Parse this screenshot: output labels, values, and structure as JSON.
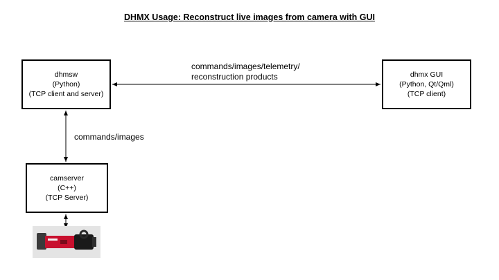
{
  "title": "DHMX Usage:  Reconstruct live images from camera with GUI",
  "nodes": {
    "dhmsw": {
      "lines": [
        "dhmsw",
        "(Python)",
        "(TCP client and server)"
      ]
    },
    "gui": {
      "lines": [
        "dhmx GUI",
        "(Python, Qt/Qml)",
        "(TCP client)"
      ]
    },
    "camserver": {
      "lines": [
        "camserver",
        "(C++)",
        "(TCP Server)"
      ]
    }
  },
  "edges": {
    "dhmsw_gui": {
      "label_lines": [
        "commands/images/telemetry/",
        "reconstruction products"
      ]
    },
    "dhmsw_camserver": {
      "label": "commands/images"
    }
  },
  "camera_image": {
    "icon": "camera-icon",
    "accent": "#c8102e"
  }
}
